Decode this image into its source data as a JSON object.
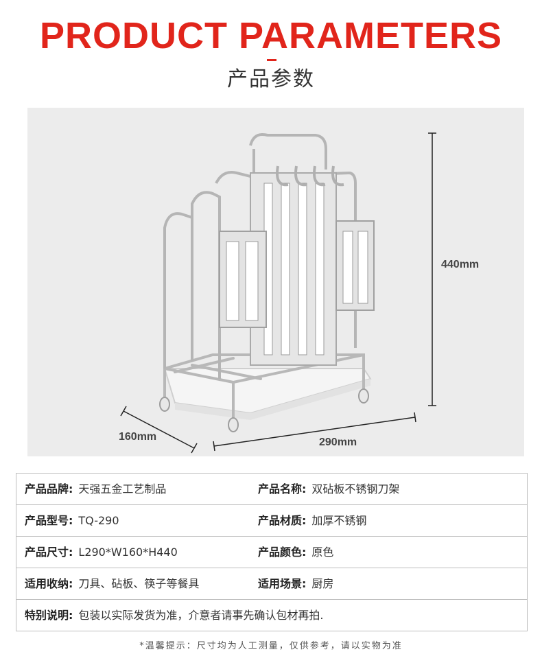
{
  "header": {
    "title_en": "PRODUCT PARAMETERS",
    "title_cn": "产品参数"
  },
  "product_image": {
    "dimensions": {
      "height": "440mm",
      "depth": "160mm",
      "width": "290mm"
    }
  },
  "specs": {
    "rows": [
      {
        "left": {
          "label": "产品品牌:",
          "value": "天强五金工艺制品"
        },
        "right": {
          "label": "产品名称:",
          "value": "双砧板不锈钢刀架"
        }
      },
      {
        "left": {
          "label": "产品型号:",
          "value": "TQ-290"
        },
        "right": {
          "label": "产品材质:",
          "value": "加厚不锈钢"
        }
      },
      {
        "left": {
          "label": "产品尺寸:",
          "value": "L290*W160*H440"
        },
        "right": {
          "label": "产品颜色:",
          "value": "原色"
        }
      },
      {
        "left": {
          "label": "适用收纳:",
          "value": "刀具、砧板、筷子等餐具"
        },
        "right": {
          "label": "适用场景:",
          "value": "厨房"
        }
      },
      {
        "full": {
          "label": "特别说明:",
          "value": "包装以实际发货为准，介意者请事先确认包材再拍."
        }
      }
    ]
  },
  "footer": {
    "note": "*温馨提示：尺寸均为人工测量，仅供参考，请以实物为准"
  },
  "colors": {
    "accent": "#e1251b",
    "photo_bg": "#ececec",
    "border": "#bdbdbd"
  }
}
